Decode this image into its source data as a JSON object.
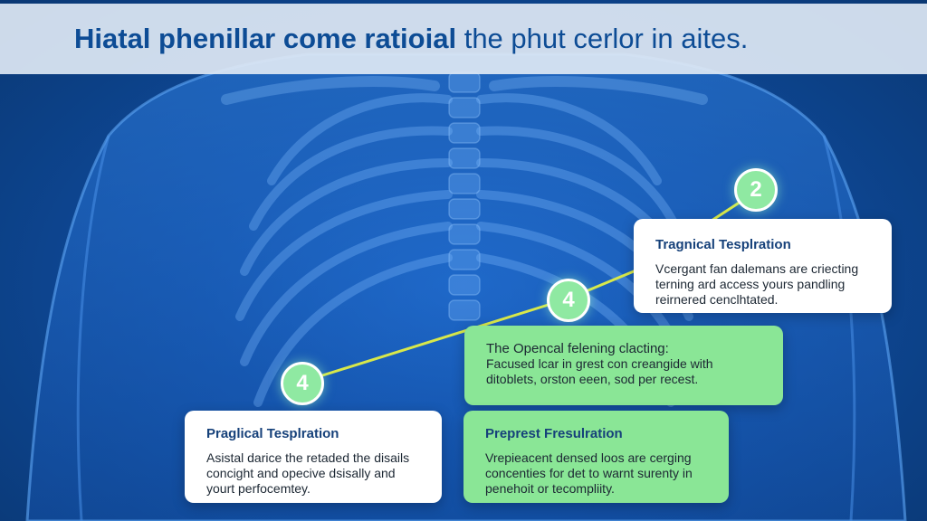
{
  "header": {
    "title_bold": "Hiatal phenillar come ratioial",
    "title_regular": "the phut cerlor in aites."
  },
  "colors": {
    "background": "#0f4c9f",
    "title_band": "#dee8f4",
    "title_text": "#0d4c95",
    "connector": "#d8e84a",
    "node_fill": "#8fe9a2",
    "card_green": "#8ae696",
    "card_white": "#ffffff"
  },
  "nodes": [
    {
      "label": "2"
    },
    {
      "label": "4"
    },
    {
      "label": "4"
    }
  ],
  "cards": [
    {
      "title": "Tragnical Tesplration",
      "body": [
        "Vcergant fan dalemans are criecting",
        "terning ard access yours pandling",
        "reirnered cenclhtated."
      ]
    },
    {
      "title": "The Opencal felening clacting:",
      "body": [
        "Facused lcar in grest con creangide with",
        "ditoblets, orston eeen, sod per recest."
      ]
    },
    {
      "title": "Praglical Tesplration",
      "body": [
        "Asistal darice the retaded the disails",
        "concight and opecive dsisally and",
        "yourt perfocemtey."
      ]
    },
    {
      "title": "Preprest Fresulration",
      "body": [
        "Vrepieacent densed loos are cerging",
        "concenties for det to warnt surenty in",
        "penehoit or tecompliity."
      ]
    }
  ]
}
